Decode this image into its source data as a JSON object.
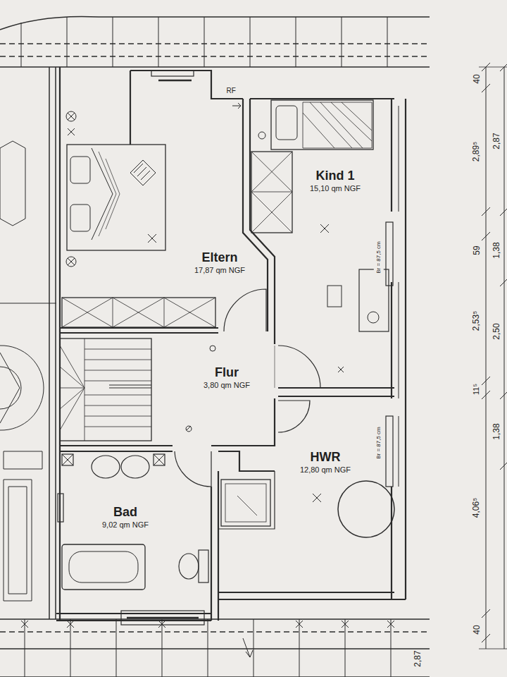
{
  "diagram": {
    "nodes": [
      {
        "text": [
          "Eltern",
          "17,87 qm NGF"
        ]
      },
      {
        "text": [
          "Kind 1",
          "15,10 qm NGF"
        ]
      },
      {
        "text": [
          "Flur",
          "3,80 qm NGF"
        ]
      },
      {
        "text": [
          "HWR",
          "12,80 qm NGF"
        ]
      },
      {
        "text": [
          "Bad",
          "9,02 qm NGF"
        ]
      }
    ],
    "labels": [
      "RF",
      "40",
      "2,89⁵",
      "59",
      "2,53⁵",
      "11⁵",
      "4,06⁵",
      "40",
      "2,87",
      "1,38",
      "2,50",
      "1,38",
      "2,87",
      "Br = 87,5 cm",
      "Br = 87,5 cm"
    ]
  }
}
